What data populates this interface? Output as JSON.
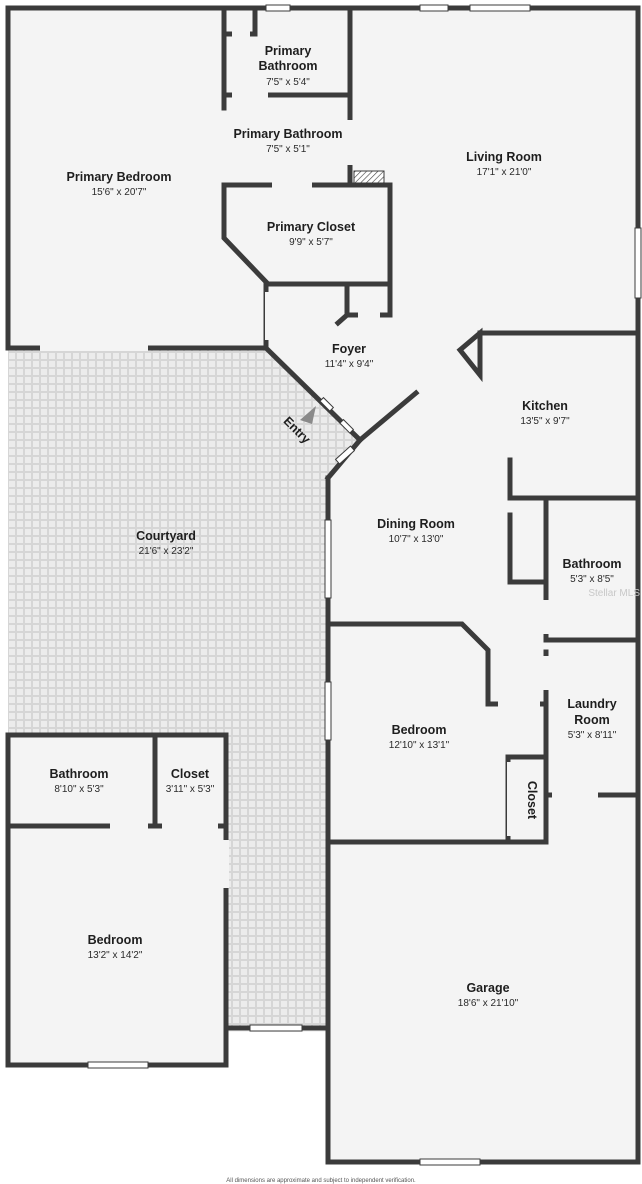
{
  "rooms": {
    "primary_bedroom": {
      "name": "Primary Bedroom",
      "dim": "15'6\" x 20'7\""
    },
    "primary_bathroom_top": {
      "name1": "Primary",
      "name2": "Bathroom",
      "dim": "7'5\" x 5'4\""
    },
    "primary_bathroom_mid": {
      "name": "Primary Bathroom",
      "dim": "7'5\" x 5'1\""
    },
    "primary_closet": {
      "name": "Primary Closet",
      "dim": "9'9\" x 5'7\""
    },
    "living_room": {
      "name": "Living Room",
      "dim": "17'1\" x 21'0\""
    },
    "foyer": {
      "name": "Foyer",
      "dim": "11'4\" x 9'4\""
    },
    "kitchen": {
      "name": "Kitchen",
      "dim": "13'5\" x 9'7\""
    },
    "entry": {
      "name": "Entry"
    },
    "courtyard": {
      "name": "Courtyard",
      "dim": "21'6\" x 23'2\""
    },
    "dining_room": {
      "name": "Dining Room",
      "dim": "10'7\" x 13'0\""
    },
    "bathroom_right": {
      "name": "Bathroom",
      "dim": "5'3\" x 8'5\""
    },
    "laundry_room": {
      "name1": "Laundry",
      "name2": "Room",
      "dim": "5'3\" x 8'11\""
    },
    "bedroom_center": {
      "name": "Bedroom",
      "dim": "12'10\" x 13'1\""
    },
    "closet_right": {
      "name": "Closet"
    },
    "bathroom_left": {
      "name": "Bathroom",
      "dim": "8'10\" x 5'3\""
    },
    "closet_left": {
      "name": "Closet",
      "dim": "3'11\" x 5'3\""
    },
    "bedroom_left": {
      "name": "Bedroom",
      "dim": "13'2\" x 14'2\""
    },
    "garage": {
      "name": "Garage",
      "dim": "18'6\" x 21'10\""
    }
  },
  "footer": {
    "disclaimer": "All dimensions are approximate and subject to independent verification."
  },
  "watermark": "Stellar MLS",
  "colors": {
    "wall": "#3b3b3b",
    "floor": "#f4f4f4",
    "courtyard": "#e9e9e9",
    "page": "#ffffff"
  }
}
